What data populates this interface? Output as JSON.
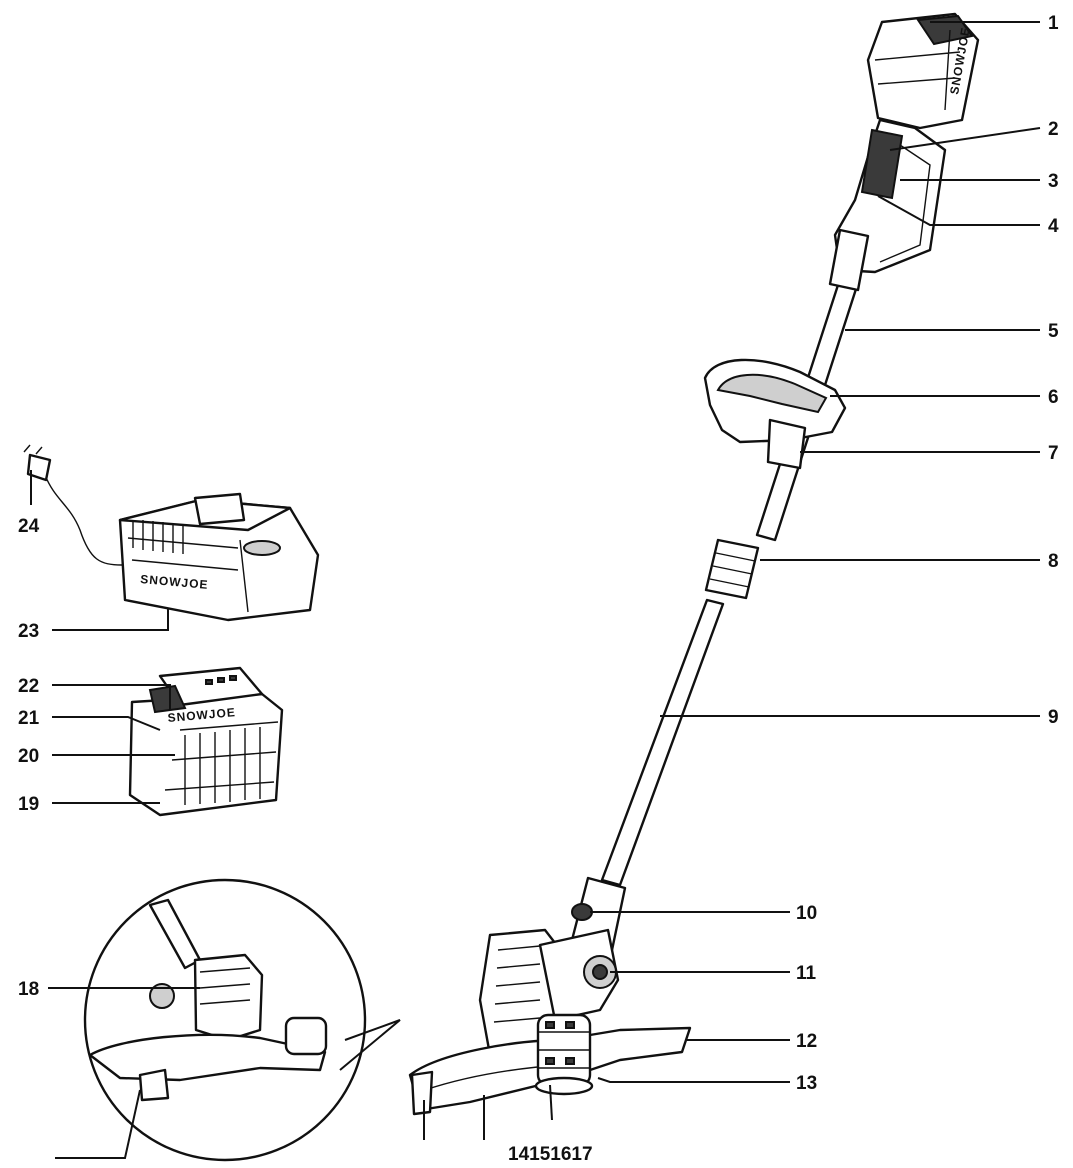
{
  "brand_text": "SNOWJOE",
  "callouts": {
    "c1": "1",
    "c2": "2",
    "c3": "3",
    "c4": "4",
    "c5": "5",
    "c6": "6",
    "c7": "7",
    "c8": "8",
    "c9": "9",
    "c10": "10",
    "c11": "11",
    "c12": "12",
    "c13": "13",
    "c14_17": "14151617",
    "c18": "18",
    "c19": "19",
    "c20": "20",
    "c21": "21",
    "c22": "22",
    "c23": "23",
    "c24": "24"
  }
}
